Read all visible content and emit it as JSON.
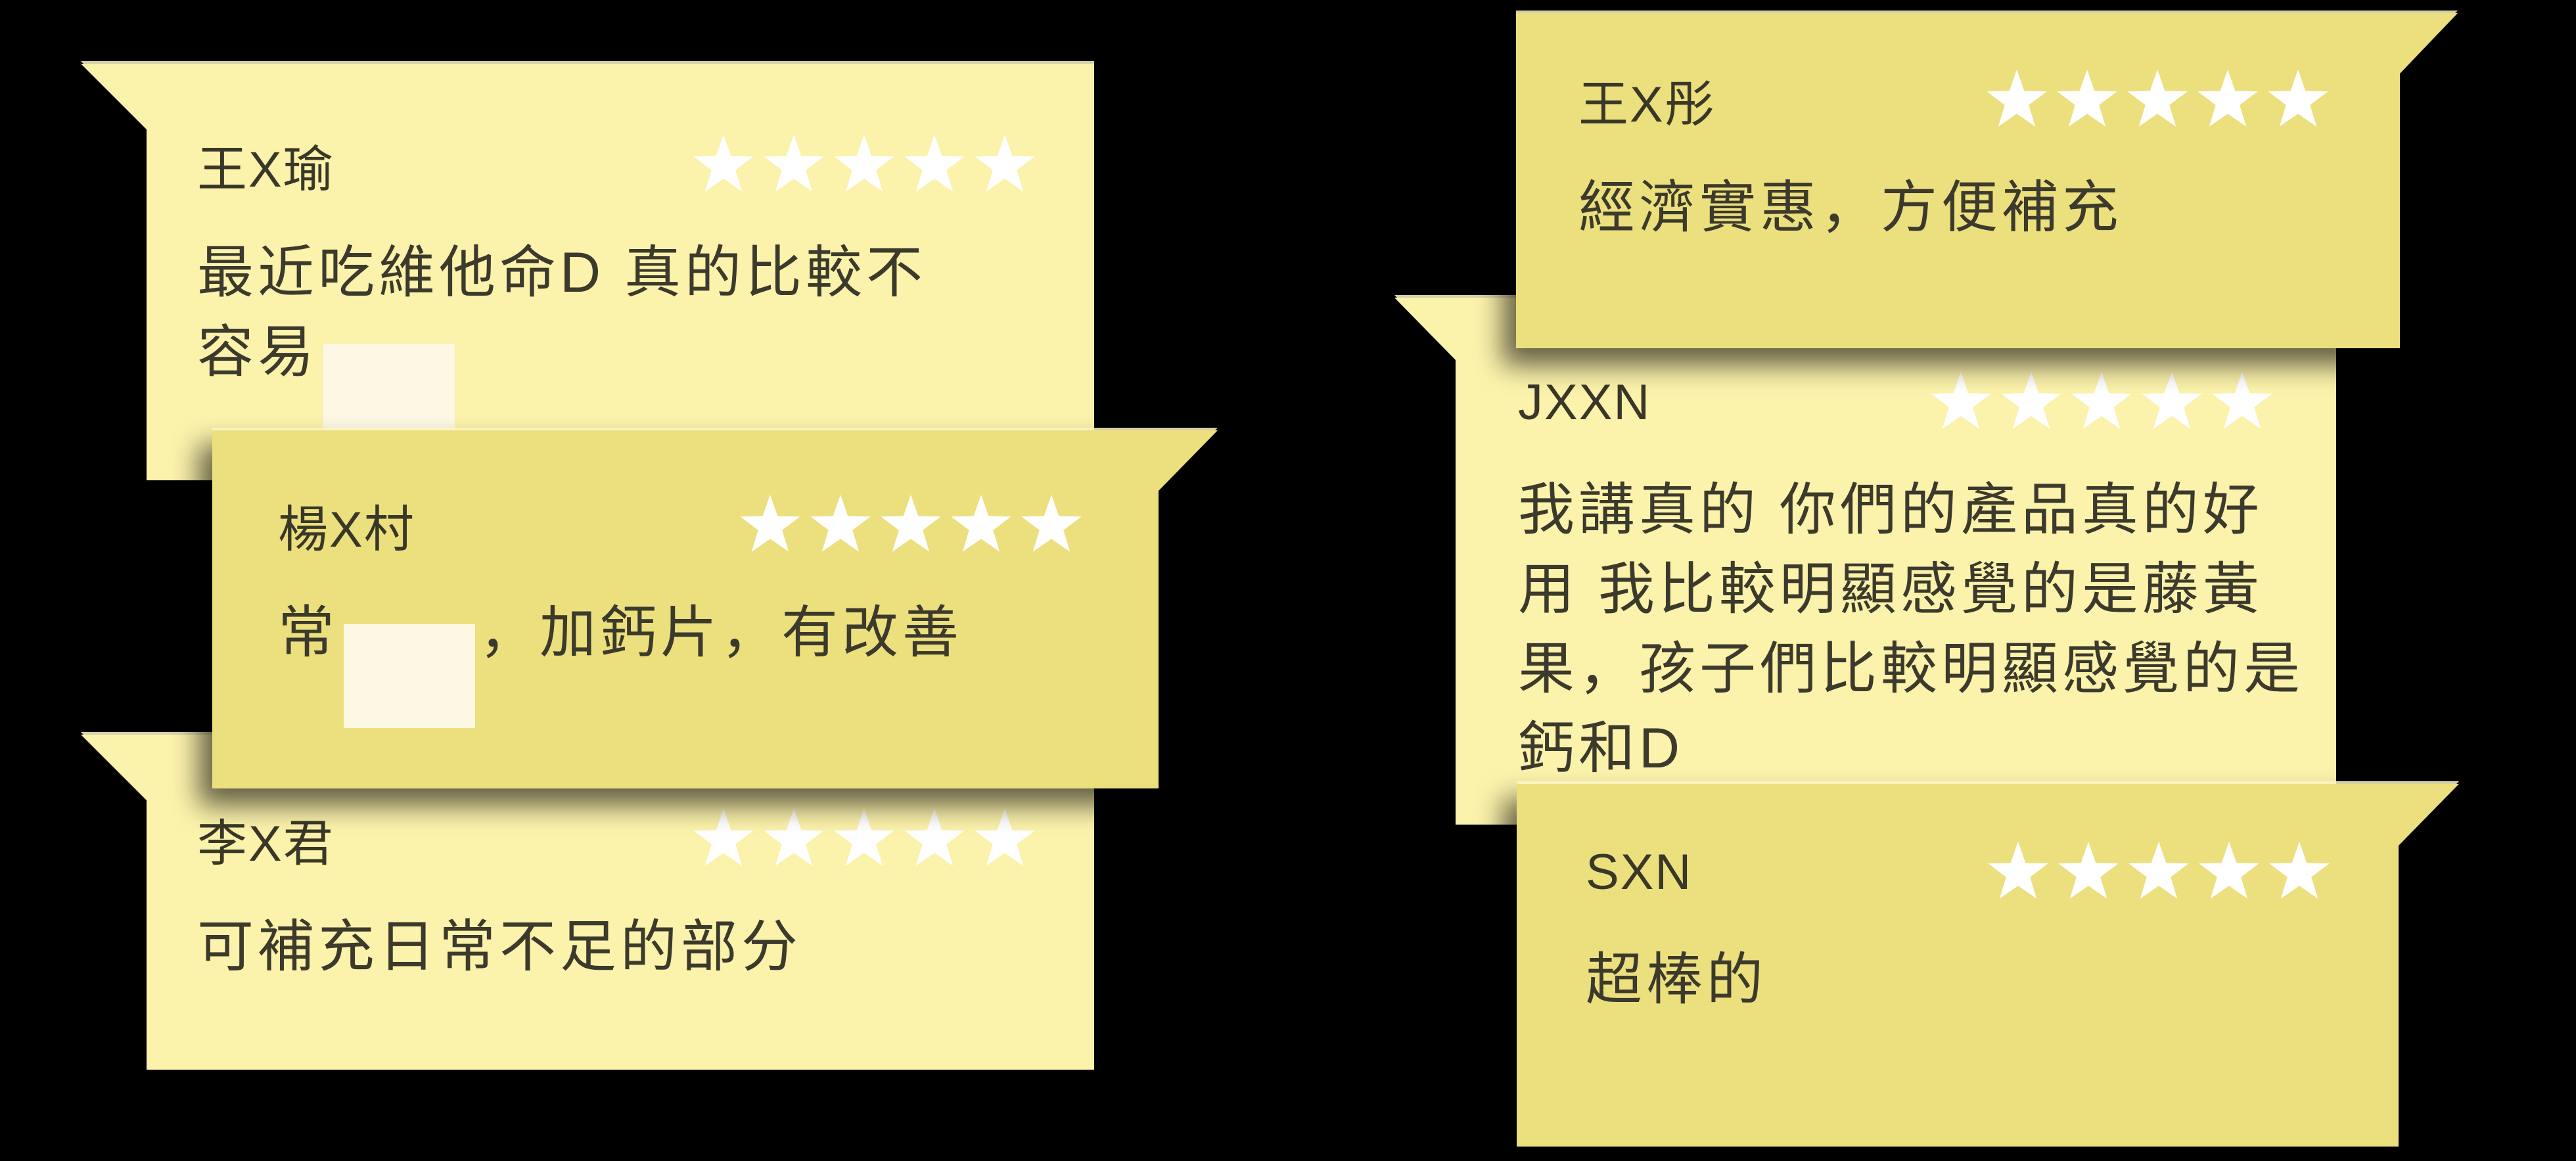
{
  "page": {
    "background": "#000000",
    "description": "six customer review speech bubbles"
  },
  "colors": {
    "card_light": "#fbf2ab",
    "card_dark": "#ecdf7e",
    "redaction_box": "#fcf8e3",
    "text": "#3b3a2c",
    "star": "#ffffff"
  },
  "cards": [
    {
      "name": "王X瑜",
      "rating": 5,
      "lines": [
        "最近吃維他命D 真的比較不",
        "容易"
      ],
      "redacted_after_line": 1
    },
    {
      "name": "楊X村",
      "rating": 5,
      "line_prefix": "常",
      "line_suffix": "，加鈣片，有改善",
      "redacted_inline": true
    },
    {
      "name": "李X君",
      "rating": 5,
      "lines": [
        "可補充日常不足的部分"
      ]
    },
    {
      "name": "王X彤",
      "rating": 5,
      "lines": [
        "經濟實惠，方便補充"
      ]
    },
    {
      "name": "JXXN",
      "rating": 5,
      "lines": [
        "我講真的 你們的產品真的好",
        "用 我比較明顯感覺的是藤黃",
        "果，孩子們比較明顯感覺的是",
        "鈣和D"
      ]
    },
    {
      "name": "SXN",
      "rating": 5,
      "lines": [
        "超棒的"
      ]
    }
  ]
}
